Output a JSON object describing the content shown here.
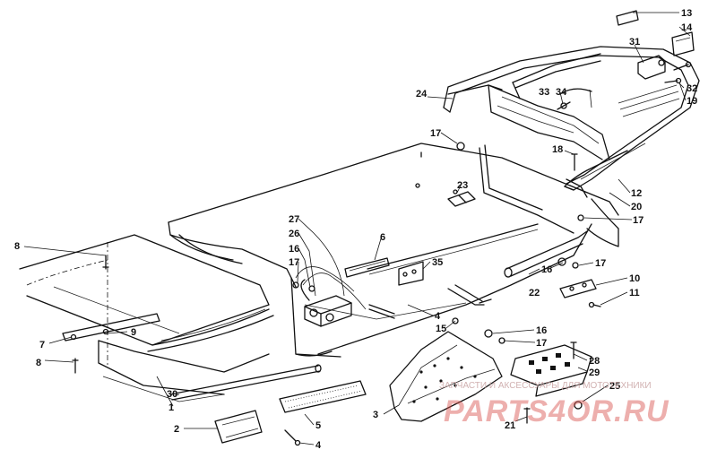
{
  "diagram": {
    "callouts": [
      "1",
      "2",
      "3",
      "4",
      "4",
      "5",
      "6",
      "7",
      "8",
      "8",
      "9",
      "10",
      "11",
      "12",
      "13",
      "14",
      "15",
      "16",
      "16",
      "16",
      "17",
      "17",
      "17",
      "17",
      "17",
      "18",
      "19",
      "20",
      "21",
      "22",
      "23",
      "24",
      "25",
      "26",
      "27",
      "28",
      "29",
      "30",
      "31",
      "32",
      "33",
      "34",
      "35"
    ]
  },
  "watermark": {
    "caption": "ЗАПЧАСТИ И АКСЕССУАРЫ ДЛЯ МОТОТЕХНИКИ",
    "logo": "PARTS4OR.RU",
    "color": "#d9534f"
  },
  "colors": {
    "ink": "#111111",
    "paper": "#ffffff"
  }
}
